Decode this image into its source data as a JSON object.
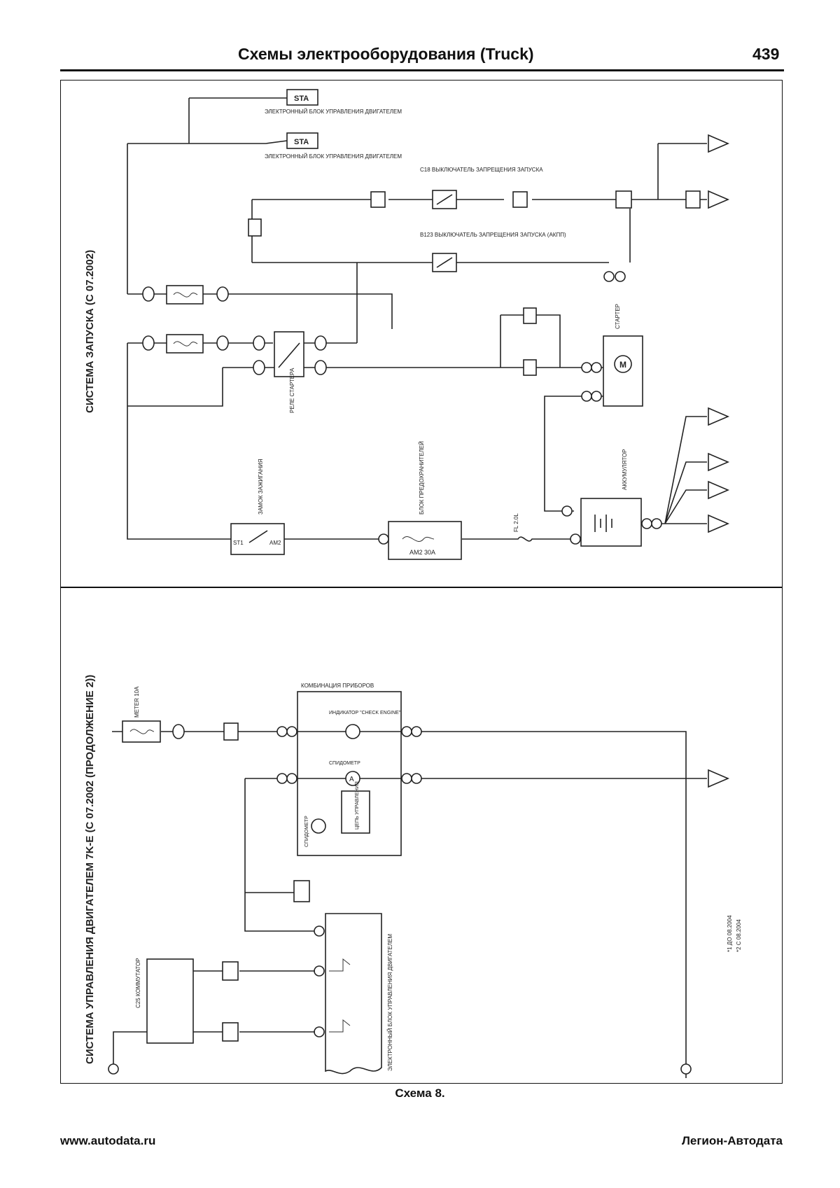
{
  "header": {
    "title": "Схемы электрооборудования (Truck)",
    "page_number": "439"
  },
  "upper": {
    "section_title": "СИСТЕМА ЗАПУСКА (С 07.2002)",
    "ecu_label": "ЭЛЕКТРОННЫЙ БЛОК УПРАВЛЕНИЯ ДВИГАТЕЛЕМ",
    "sta": "STA",
    "c18": "C18 ВЫКЛЮЧАТЕЛЬ ЗАПРЕЩЕНИЯ ЗАПУСКА",
    "b123": "B123 ВЫКЛЮЧАТЕЛЬ ЗАПРЕЩЕНИЯ ЗАПУСКА (АКПП)",
    "starter_relay": "РЕЛЕ СТАРТЕРА",
    "starter": "СТАРТЕР",
    "ignition": "ЗАМОК ЗАЖИГАНИЯ",
    "fuse_block": "БЛОК ПРЕДОХРАНИТЕЛЕЙ",
    "am2": "AM2 30A",
    "battery": "АККУМУЛЯТОР",
    "fl": "FL 2.0L",
    "st1": "ST1",
    "am2_pin": "AM2"
  },
  "lower": {
    "section_title": "СИСТЕМА УПРАВЛЕНИЯ ДВИГАТЕЛЕМ 7K-E (С 07.2002 (ПРОДОЛЖЕНИЕ 2))",
    "meter_fuse": "METER 10A",
    "combination_meter": "КОМБИНАЦИЯ ПРИБОРОВ",
    "check_engine": "ИНДИКАТОР \"CHECK ENGINE\"",
    "speedometer": "СПИДОМЕТР",
    "control_circuit": "ЦЕПЬ УПРАВЛЕНИЯ",
    "commutator": "C25 КОММУТАТОР",
    "ecu": "ЭЛЕКТРОННЫЙ БЛОК УПРАВЛЕНИЯ ДВИГАТЕЛЕМ",
    "notes": [
      "*1 ДО 08.2004",
      "*2 С 08.2004"
    ]
  },
  "caption": "Схема 8.",
  "footer": {
    "website": "www.autodata.ru",
    "publisher": "Легион-Автодата"
  }
}
